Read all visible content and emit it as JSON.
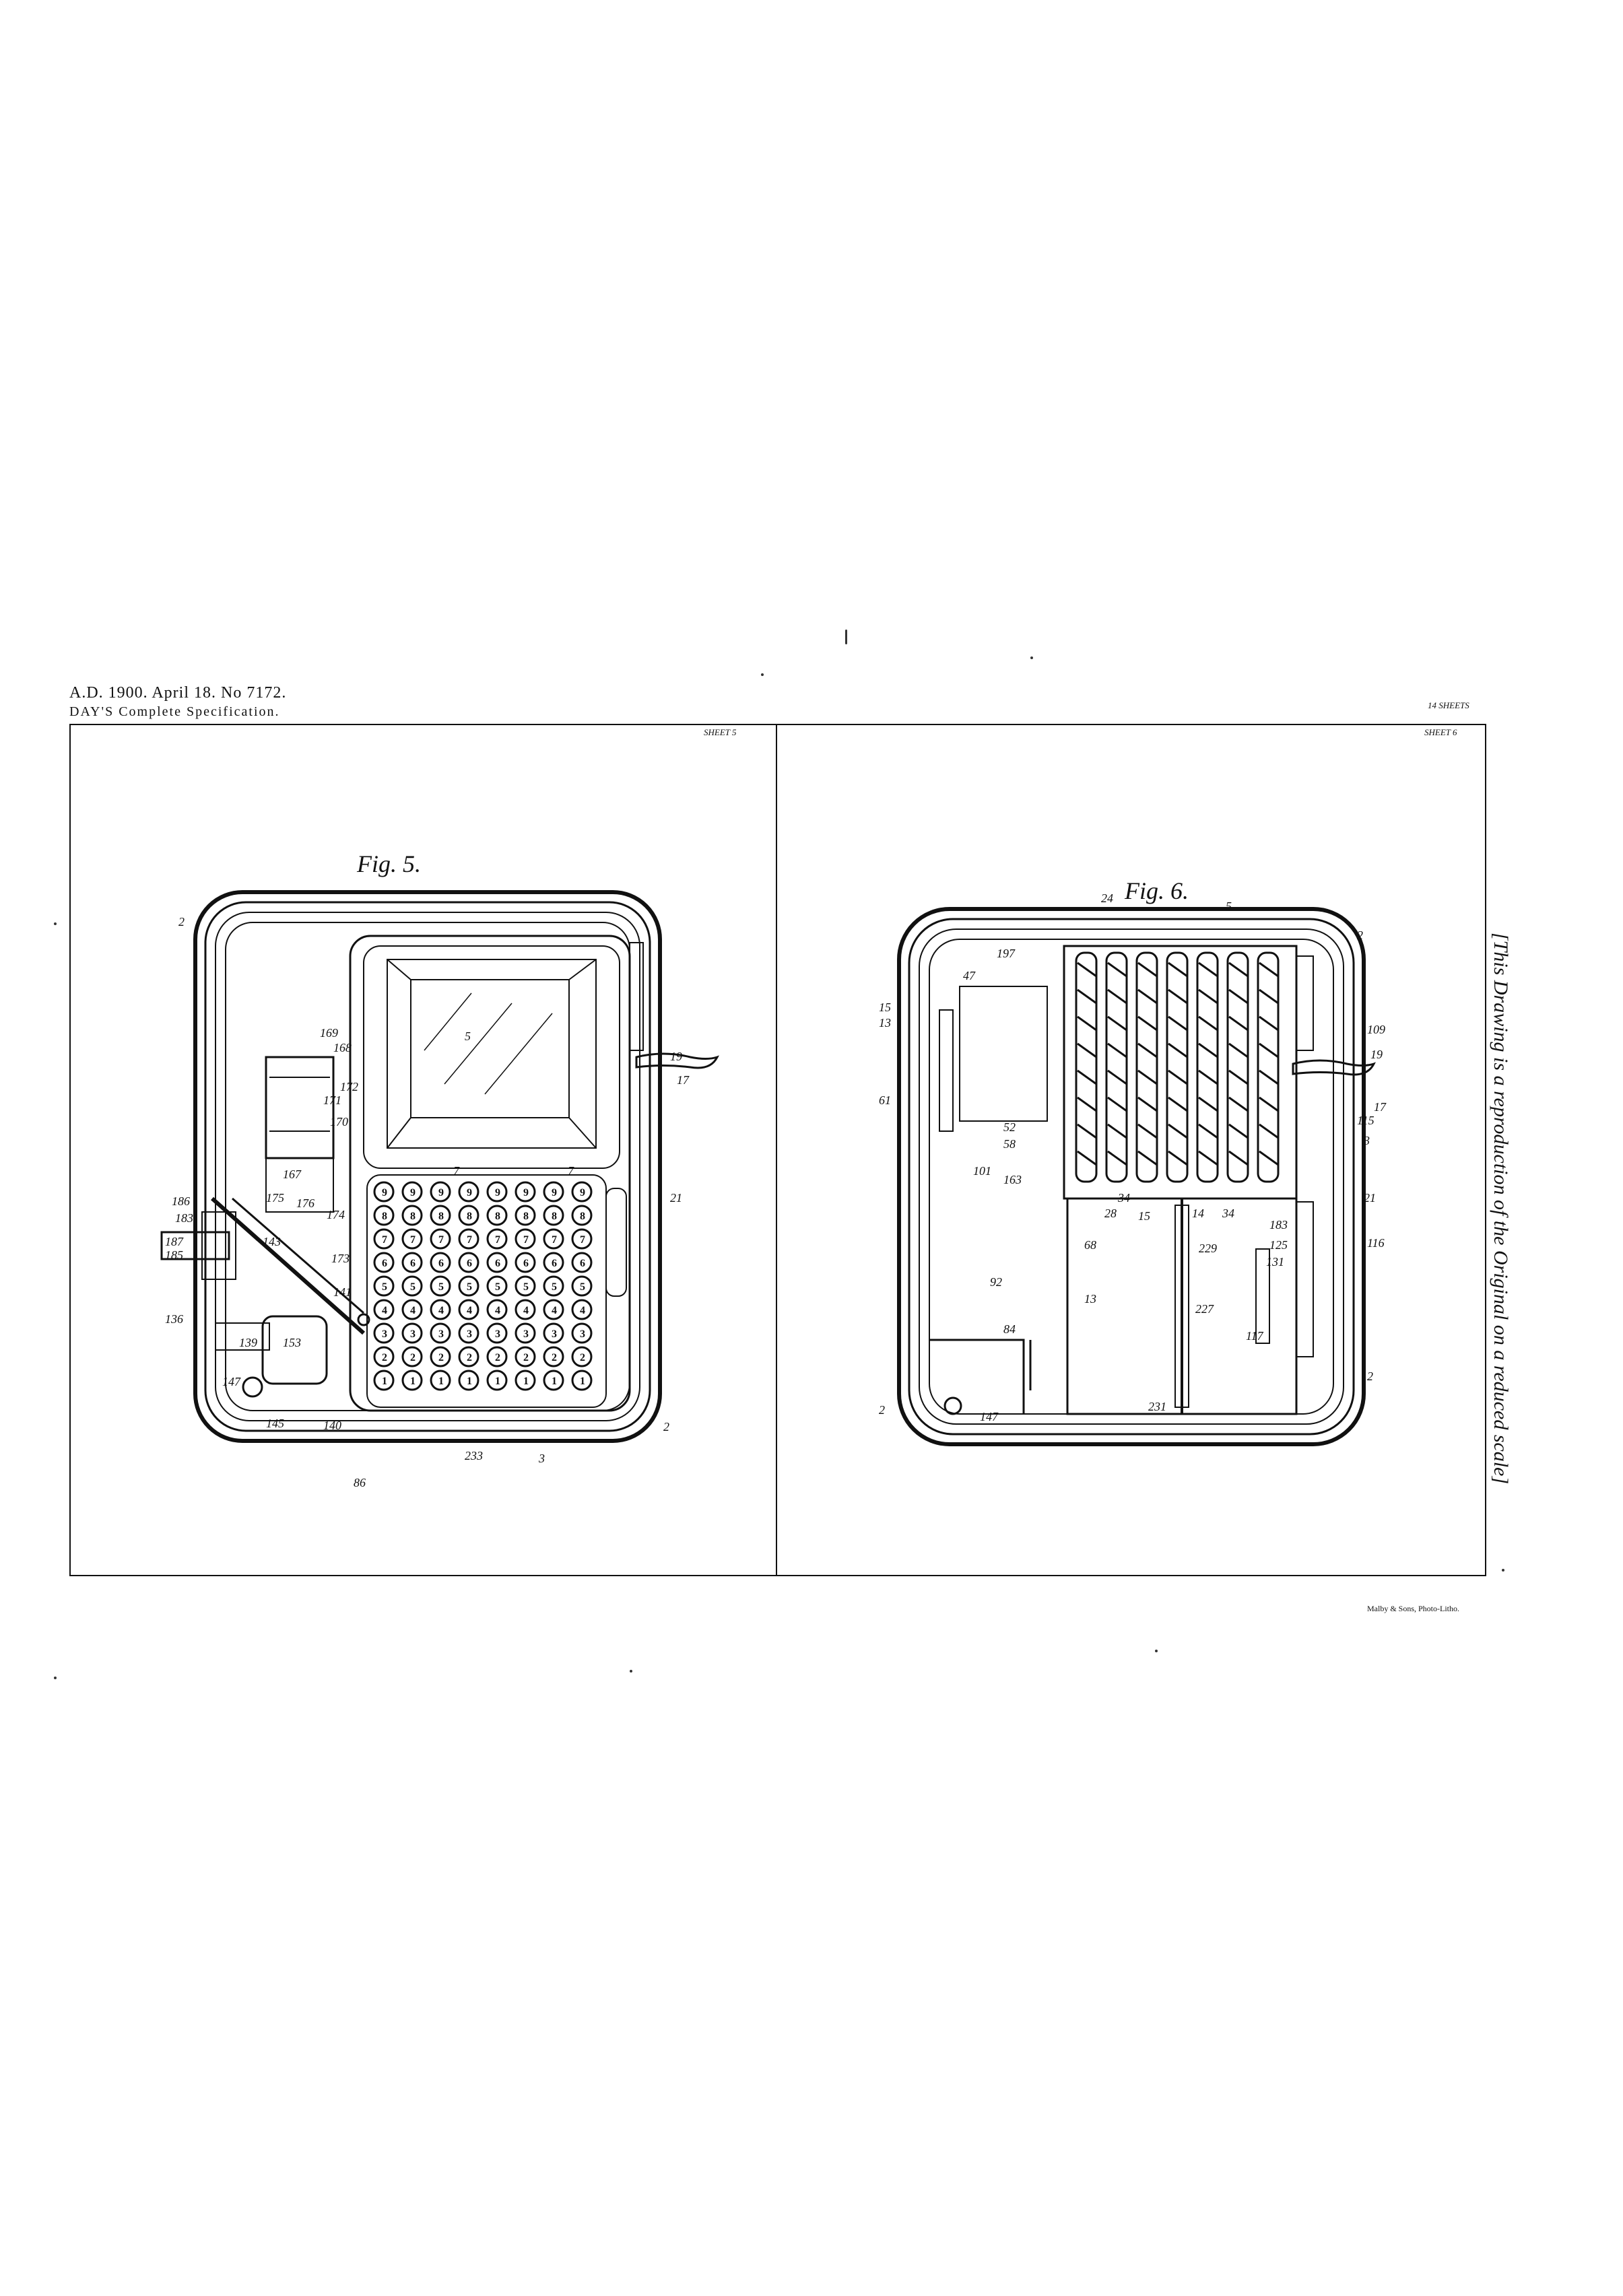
{
  "header": {
    "line1": "A.D. 1900. April 18. No 7172.",
    "line2": "DAY'S Complete Specification."
  },
  "sheets": {
    "left": "SHEET 5",
    "right_top": "14 SHEETS",
    "right": "SHEET 6"
  },
  "side_note": "[This Drawing is a reproduction of the Original on a reduced scale]",
  "credit": "Malby & Sons, Photo-Litho.",
  "fig5": {
    "title": "Fig. 5.",
    "labels": [
      "2",
      "169",
      "168",
      "5",
      "19",
      "17",
      "172",
      "171",
      "170",
      "167",
      "175",
      "176",
      "186",
      "183",
      "187",
      "185",
      "21",
      "143",
      "173",
      "174",
      "136",
      "141",
      "139",
      "153",
      "147",
      "145",
      "140",
      "86",
      "233",
      "3",
      "2",
      "7",
      "7"
    ],
    "keys": [
      "9",
      "8",
      "7",
      "6",
      "5",
      "4",
      "3",
      "2",
      "1"
    ]
  },
  "fig6": {
    "title": "Fig. 6.",
    "labels": [
      "24",
      "5",
      "2",
      "47",
      "197",
      "15",
      "13",
      "61",
      "109",
      "19",
      "58",
      "52",
      "163",
      "101",
      "17",
      "115",
      "3",
      "34",
      "28",
      "14",
      "34",
      "15",
      "183",
      "21",
      "68",
      "229",
      "125",
      "131",
      "116",
      "92",
      "84",
      "227",
      "13",
      "117",
      "2",
      "2",
      "147",
      "231"
    ]
  }
}
